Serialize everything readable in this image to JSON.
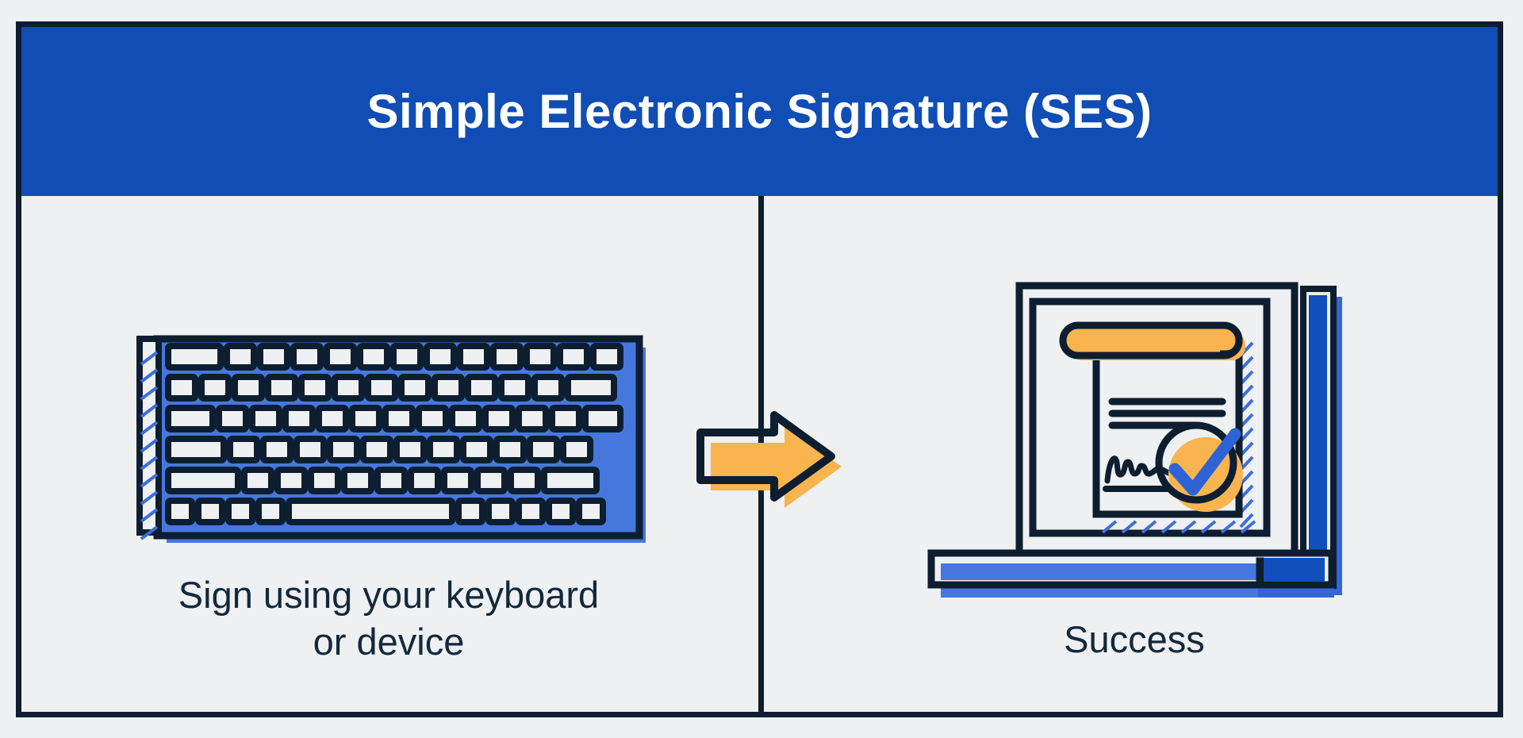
{
  "palette": {
    "page_background": "#eef0f1",
    "surface_light": "#eef0f1",
    "outline_navy": "#0d1e30",
    "header_blue": "#104db4",
    "header_text": "#ffffff",
    "royal_blue": "#4677dd",
    "deep_royal_blue": "#1150bb",
    "shadow_blue": "#3566d8",
    "orange": "#f8b44e",
    "check_blue": "#2d63d5",
    "hatch_blue": "#3d6edb",
    "text_navy": "#14283c"
  },
  "header": {
    "title": "Simple Electronic Signature (SES)"
  },
  "panels": {
    "left": {
      "caption_line1": "Sign using your keyboard",
      "caption_line2": "or device",
      "illustration": "keyboard-illustration"
    },
    "right": {
      "caption": "Success",
      "illustration": "laptop-signed-document-illustration"
    }
  },
  "arrow": {
    "icon": "arrow-right-icon",
    "direction": "right"
  }
}
